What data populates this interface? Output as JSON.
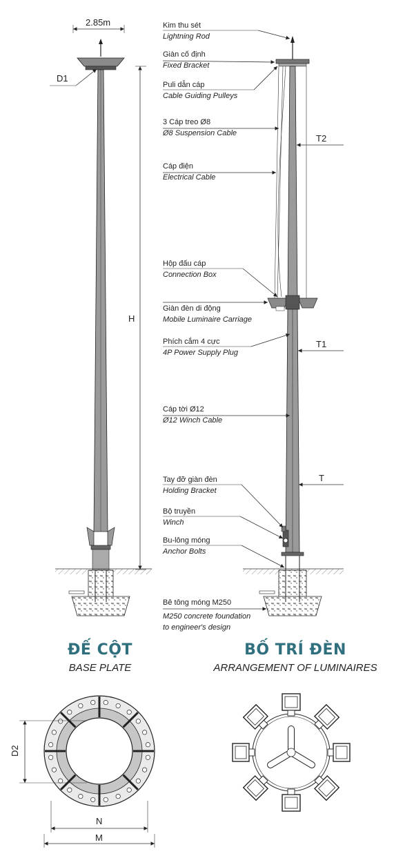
{
  "dimensions": {
    "top_width": "2.85m",
    "d1": "D1",
    "h": "H",
    "t2": "T2",
    "t1": "T1",
    "t": "T",
    "d2": "D2",
    "n": "N",
    "m": "M"
  },
  "callouts": [
    {
      "vi": "Kim thu sét",
      "en": "Lightning Rod"
    },
    {
      "vi": "Giàn cố định",
      "en": "Fixed Bracket"
    },
    {
      "vi": "Puli dẫn cáp",
      "en": "Cable Guiding Pulleys"
    },
    {
      "vi": "3 Cáp treo Ø8",
      "en": "Ø8 Suspension Cable"
    },
    {
      "vi": "Cáp điện",
      "en": "Electrical Cable"
    },
    {
      "vi": "Hộp đấu cáp",
      "en": "Connection Box"
    },
    {
      "vi": "Giàn đèn di động",
      "en": "Mobile Luminaire Carriage"
    },
    {
      "vi": "Phích cắm 4 cực",
      "en": "4P Power Supply Plug"
    },
    {
      "vi": "Cáp tời Ø12",
      "en": "Ø12 Winch Cable"
    },
    {
      "vi": "Tay đỡ giàn đèn",
      "en": "Holding Bracket"
    },
    {
      "vi": "Bộ truyền",
      "en": "Winch"
    },
    {
      "vi": "Bu-lông móng",
      "en": "Anchor Bolts"
    },
    {
      "vi": "Bê tông móng M250",
      "en": "M250 concrete foundation",
      "en2": "to engineer's design"
    }
  ],
  "headings": {
    "base_vi": "ĐẾ CỘT",
    "base_en": "BASE PLATE",
    "arr_vi": "BỐ TRÍ ĐÈN",
    "arr_en": "ARRANGEMENT OF LUMINAIRES"
  },
  "colors": {
    "heading": "#2f6f7e",
    "pole": "#9a9a9a"
  }
}
